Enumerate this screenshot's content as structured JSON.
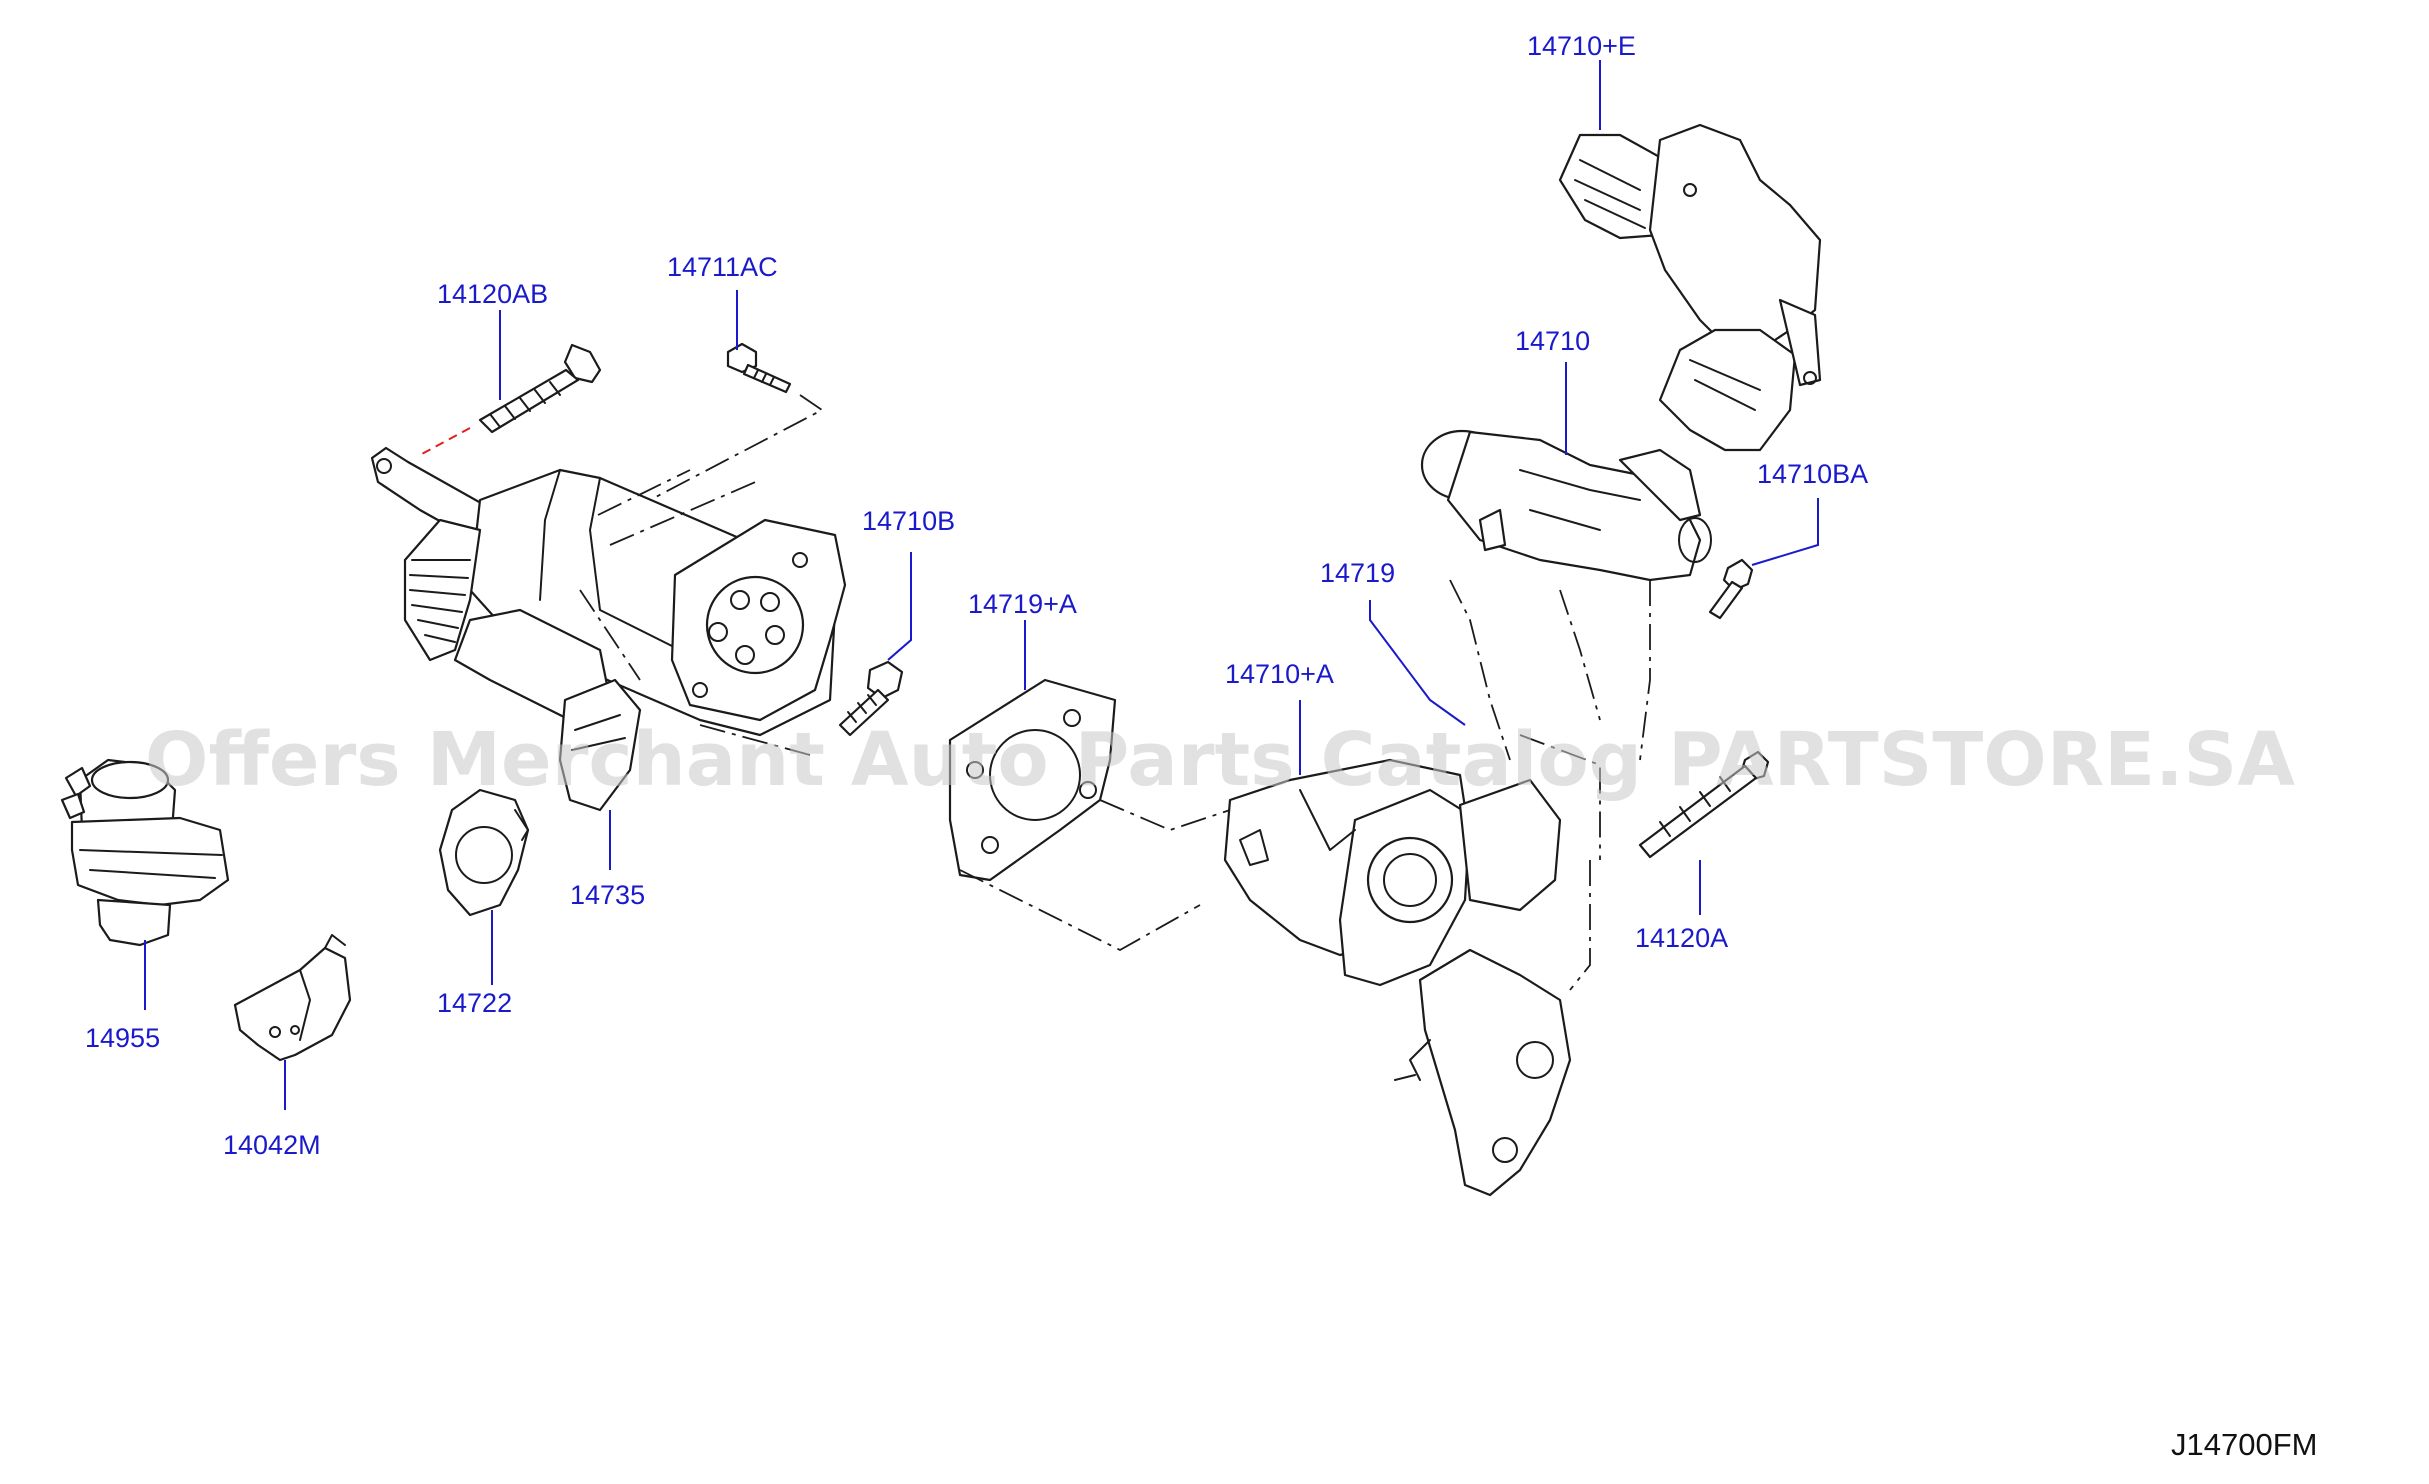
{
  "labels": {
    "p14710E": "14710+E",
    "p14120AB": "14120AB",
    "p14711AC": "14711AC",
    "p14710": "14710",
    "p14710BA": "14710BA",
    "p14710B": "14710B",
    "p14719A": "14719+A",
    "p14719": "14719",
    "p14710A": "14710+A",
    "p14955": "14955",
    "p14735": "14735",
    "p14722": "14722",
    "p14120A": "14120A",
    "p14042M": "14042M"
  },
  "watermark": "Offers Merchant Auto Parts Catalog PARTSTORE.SA",
  "diagram_code": "J14700FM",
  "colors": {
    "callout": "#1a1acc",
    "line": "#1b1b1b",
    "watermark": "#c8c8c8",
    "accent_dash": "#e02020"
  }
}
